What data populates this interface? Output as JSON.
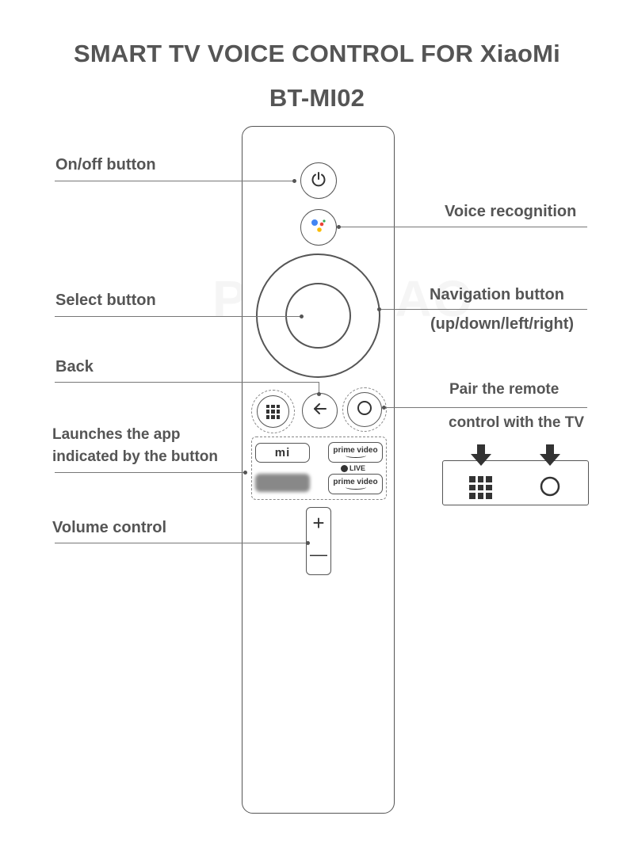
{
  "title": {
    "line1": "SMART TV VOICE CONTROL FOR XiaoMi",
    "line2": "BT-MI02"
  },
  "watermark": "PHUZDAO",
  "labels": {
    "power": "On/off button",
    "voice": "Voice recognition",
    "select": "Select button",
    "navigation_line1": "Navigation button",
    "navigation_line2": "(up/down/left/right)",
    "back": "Back",
    "pair_line1": "Pair the remote",
    "pair_line2": "control with the TV",
    "apps_line1": "Launches the app",
    "apps_line2": "indicated by the button",
    "volume": "Volume control"
  },
  "remote": {
    "buttons": [
      {
        "name": "power",
        "icon": "power-icon"
      },
      {
        "name": "assistant",
        "icon": "google-assistant-icon",
        "colors": [
          "#4285F4",
          "#EA4335",
          "#FBBC05",
          "#34A853"
        ]
      },
      {
        "name": "dpad",
        "icon": "navigation-ring"
      },
      {
        "name": "apps",
        "icon": "grid-icon"
      },
      {
        "name": "back",
        "icon": "arrow-left-icon"
      },
      {
        "name": "home",
        "icon": "circle-icon"
      }
    ],
    "app_buttons": {
      "mi": "mi",
      "prime_top": "prime video",
      "prime_bottom": "prime video",
      "live": "LIVE"
    },
    "volume": {
      "plus": "+",
      "minus": "—"
    }
  }
}
